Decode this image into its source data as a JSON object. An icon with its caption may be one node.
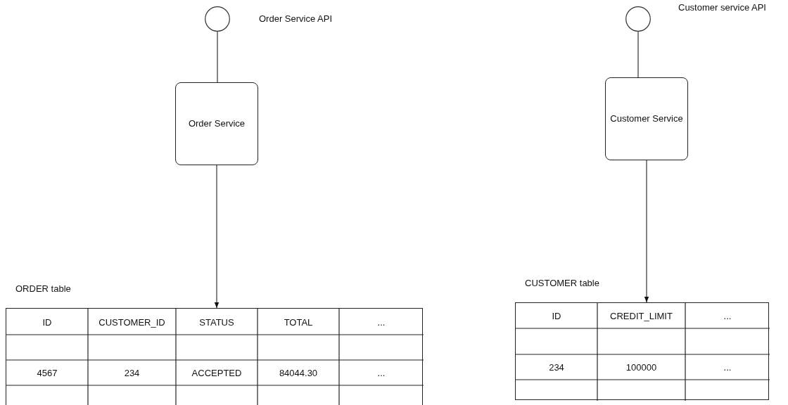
{
  "diagram": {
    "nodes": [
      {
        "text": [],
        "shape": "circle",
        "beside": [
          "Order Service API"
        ]
      },
      {
        "text": [
          "Order Service"
        ]
      },
      {
        "text": [
          "ORDER table"
        ]
      },
      {
        "text": [],
        "shape": "circle",
        "beside": [
          "Customer service API"
        ]
      },
      {
        "text": [
          "Customer Service"
        ]
      },
      {
        "text": [
          "CUSTOMER table"
        ]
      }
    ],
    "edges": [
      {
        "from": 0,
        "to": 1,
        "arrow": "none"
      },
      {
        "from": 1,
        "to": 2,
        "arrow": "to"
      },
      {
        "from": 3,
        "to": 4,
        "arrow": "none"
      },
      {
        "from": 4,
        "to": 5,
        "arrow": "to"
      }
    ],
    "labels": [
      "ID",
      "CUSTOMER_ID",
      "STATUS",
      "TOTAL",
      "...",
      "4567",
      "234",
      "ACCEPTED",
      "84044.30",
      "...",
      "ID",
      "CREDIT_LIMIT",
      "...",
      "234",
      "100000",
      "..."
    ]
  }
}
